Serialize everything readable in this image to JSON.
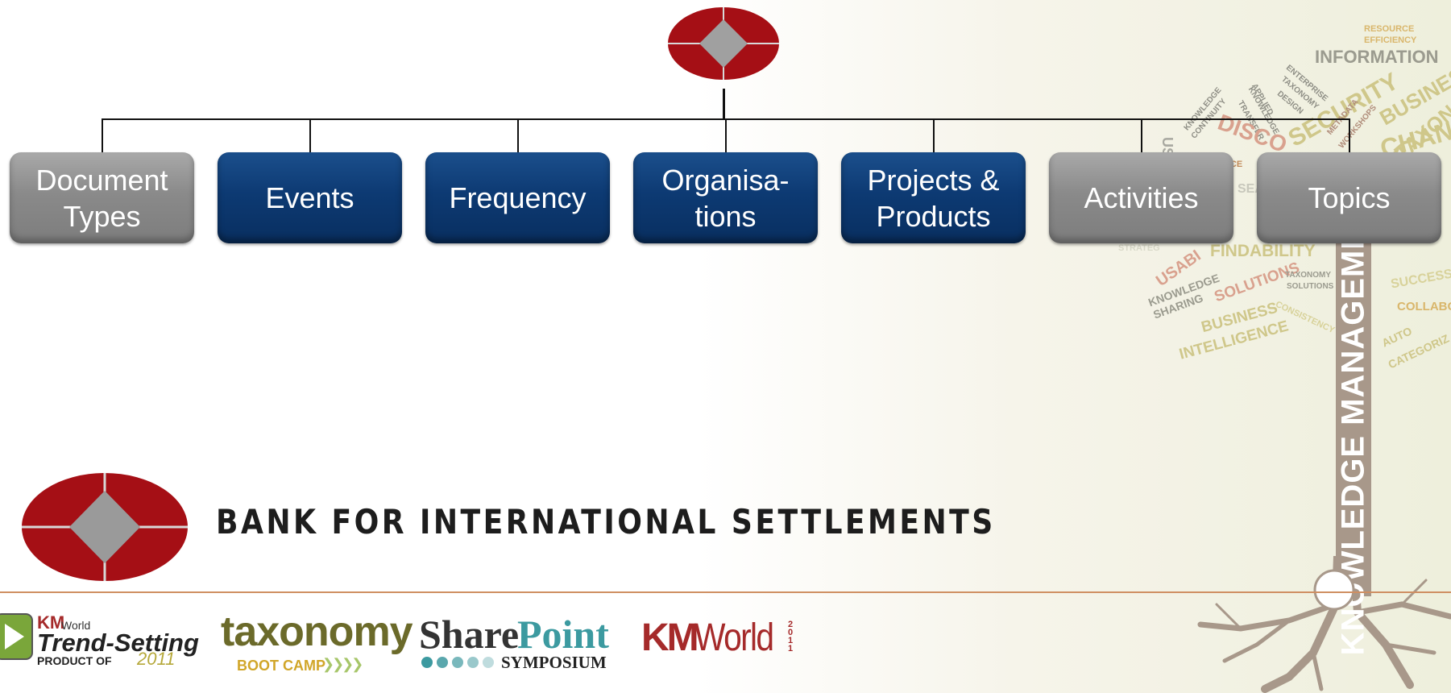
{
  "diagram": {
    "nodes": [
      {
        "id": "document-types",
        "line1": "Document",
        "line2": "Types",
        "style": "gray"
      },
      {
        "id": "events",
        "line1": "Events",
        "line2": "",
        "style": "blue"
      },
      {
        "id": "frequency",
        "line1": "Frequency",
        "line2": "",
        "style": "blue"
      },
      {
        "id": "organisations",
        "line1": "Organisa-",
        "line2": "tions",
        "style": "blue"
      },
      {
        "id": "projects-products",
        "line1": "Projects &",
        "line2": "Products",
        "style": "blue"
      },
      {
        "id": "activities",
        "line1": "Activities",
        "line2": "",
        "style": "gray"
      },
      {
        "id": "topics",
        "line1": "Topics",
        "line2": "",
        "style": "gray"
      }
    ],
    "root": "bis-emblem"
  },
  "branding": {
    "organisation": "BANK FOR INTERNATIONAL SETTLEMENTS",
    "colors": {
      "emblem_red": "#a50f15",
      "emblem_gray": "#9a9a9a",
      "box_blue": "#0d3a73",
      "box_gray": "#8a8a8a",
      "accent_line": "#cf8f62"
    }
  },
  "footer_logos": {
    "kmworld_trend": {
      "brand": "KM",
      "brand_small": "World",
      "line1": "Trend-Setting",
      "line2": "PRODUCT OF",
      "year": "2011"
    },
    "taxonomy": {
      "title": "taxonomy",
      "subtitle": "BOOT CAMP",
      "arrows": "❯❯❯❯"
    },
    "sharepoint": {
      "share": "Share",
      "point": "Point",
      "subtitle": "SYMPOSIUM"
    },
    "kmworld": {
      "km": "KM",
      "world": "World",
      "year": "2011"
    }
  },
  "word_cloud": {
    "trunk_label": "KNOWLEDGE MANAGEMENT",
    "words": [
      "RESOURCE",
      "EFFICIENCY",
      "INFORMATION",
      "ENTERPRISE",
      "TAXONOMY",
      "DESIGN",
      "SECURITY",
      "BUSINESS",
      "TAXONOMY",
      "APPLIED",
      "KNOWLEDGE",
      "TRANSFER",
      "KNOWLEDGE",
      "CONTINUITY",
      "DISCO",
      "CHANG",
      "METADATA",
      "WORKSHOPS",
      "US",
      "NCE",
      "SEA",
      "STRATEG",
      "FINDABILITY",
      "USABI",
      "KNOWLEDGE",
      "SHARING",
      "SOLUTIONS",
      "TAXONOMY",
      "SOLUTIONS",
      "SUCCESS",
      "BUSINESS",
      "INTELLIGENCE",
      "CONSISTENCY",
      "COLLABOR",
      "AUTO",
      "CATEGORIZ"
    ]
  }
}
